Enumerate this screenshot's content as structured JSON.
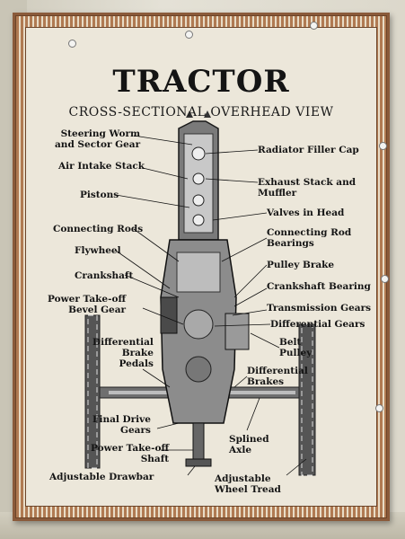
{
  "poster": {
    "title": "TRACTOR",
    "subtitle": "CROSS-SECTIONAL OVERHEAD VIEW"
  },
  "labels": {
    "steering_worm": "Steering Worm\nand Sector Gear",
    "air_intake": "Air Intake Stack",
    "pistons": "Pistons",
    "connecting_rods": "Connecting Rods",
    "flywheel": "Flywheel",
    "crankshaft": "Crankshaft",
    "pto_bevel": "Power Take-off\nBevel Gear",
    "diff_brake_pedals": "Differential\nBrake\nPedals",
    "final_drive": "Final Drive\nGears",
    "pto_shaft": "Power Take-off\nShaft",
    "drawbar": "Adjustable Drawbar",
    "radiator_cap": "Radiator Filler Cap",
    "exhaust": "Exhaust Stack and\nMuffler",
    "valves": "Valves in Head",
    "conrod_bearings": "Connecting Rod\nBearings",
    "pulley_brake": "Pulley Brake",
    "crank_bearing": "Crankshaft Bearing",
    "trans_gears": "Transmission Gears",
    "diff_gears": "Differential Gears",
    "belt_pulley": "Belt\nPulley",
    "diff_brakes": "Differential\nBrakes",
    "splined_axle": "Splined\nAxle",
    "wheel_tread": "Adjustable\nWheel Tread"
  },
  "colors": {
    "frame": "#8a5a3a",
    "paper": "#ece7da",
    "ink": "#141414"
  }
}
